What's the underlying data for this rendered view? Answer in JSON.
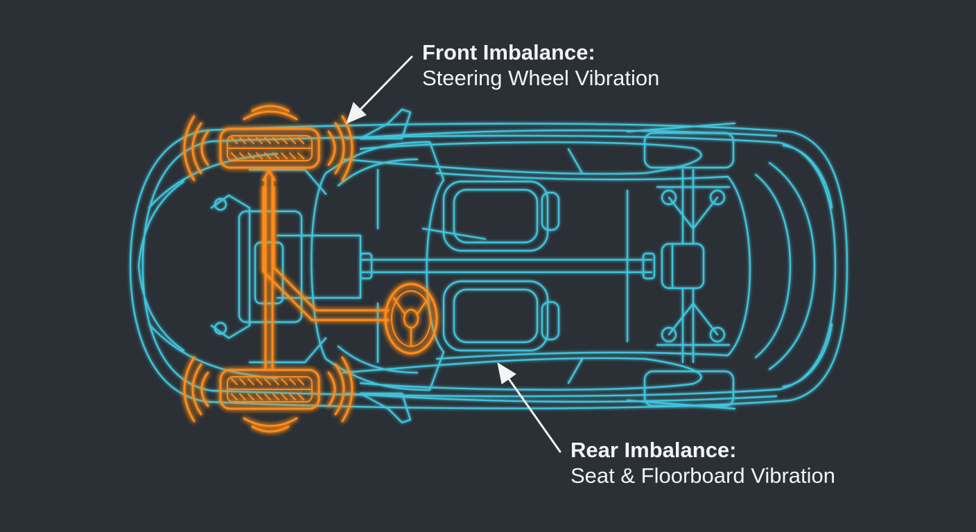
{
  "callouts": {
    "front": {
      "title": "Front Imbalance:",
      "subtitle": "Steering Wheel Vibration"
    },
    "rear": {
      "title": "Rear Imbalance:",
      "subtitle": "Seat & Floorboard Vibration"
    }
  },
  "colors": {
    "background": "#2b3036",
    "car_outline": "#3fc4dc",
    "vibration_glow": "#ff8c1a",
    "label_text": "#f2f4f5"
  },
  "icons": {
    "front_pointer": "arrow-icon",
    "rear_pointer": "arrow-icon",
    "steering_wheel": "steering-wheel-icon"
  }
}
